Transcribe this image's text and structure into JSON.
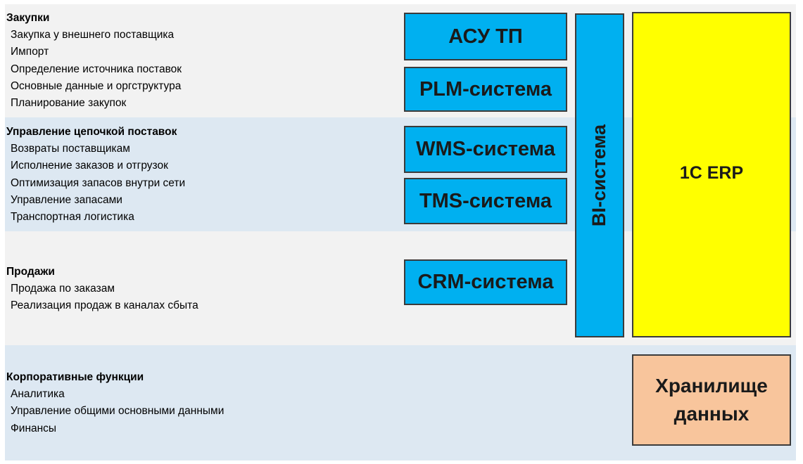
{
  "groups": [
    {
      "title": "Закупки",
      "items": [
        "Закупка у внешнего поставщика",
        "Импорт",
        "Определение источника поставок",
        "Основные данные и оргструктура",
        "Планирование закупок"
      ]
    },
    {
      "title": "Управление цепочкой поставок",
      "items": [
        "Возвраты поставщикам",
        "Исполнение заказов и отгрузок",
        "Оптимизация запасов внутри сети",
        "Управление запасами",
        "Транспортная логистика"
      ]
    },
    {
      "title": "Продажи",
      "items": [
        "Продажа по заказам",
        "Реализация продаж в каналах сбыта"
      ]
    },
    {
      "title": "Корпоративные функции",
      "items": [
        "Аналитика",
        "Управление общими основными данными",
        "Финансы"
      ]
    }
  ],
  "systems": {
    "asu_tp": "АСУ ТП",
    "plm": "PLM-система",
    "wms": "WMS-система",
    "tms": "TMS-система",
    "crm": "CRM-система",
    "bi": "BI-система",
    "erp": "1С ERP",
    "dwh_line1": "Хранилище",
    "dwh_line2": "данных"
  },
  "colors": {
    "system_blue": "#00b0f0",
    "erp_yellow": "#ffff00",
    "dwh_peach": "#f8c59c",
    "band_gray": "#f2f2f2",
    "band_blue": "#dde8f2"
  }
}
